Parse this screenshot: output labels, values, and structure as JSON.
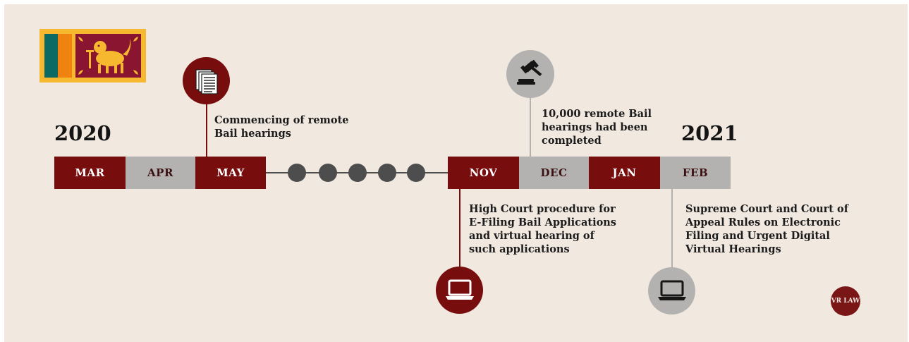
{
  "years": {
    "start": "2020",
    "end": "2021"
  },
  "months": [
    {
      "label": "MAR",
      "style": "red"
    },
    {
      "label": "APR",
      "style": "grey"
    },
    {
      "label": "MAY",
      "style": "red"
    },
    {
      "label": "NOV",
      "style": "red"
    },
    {
      "label": "DEC",
      "style": "grey"
    },
    {
      "label": "JAN",
      "style": "red"
    },
    {
      "label": "FEB",
      "style": "grey"
    }
  ],
  "events": {
    "may": {
      "text": "Commencing of remote Bail hearings",
      "icon": "document-icon"
    },
    "nov": {
      "text": "High Court procedure for E-Filing Bail Applications and virtual hearing of such applications",
      "icon": "laptop-icon"
    },
    "dec": {
      "text": "10,000 remote Bail hearings had been completed",
      "icon": "gavel-icon"
    },
    "feb": {
      "text": "Supreme Court and Court of Appeal Rules on Electronic Filing and Urgent Digital Virtual Hearings",
      "icon": "laptop-icon"
    }
  },
  "gap_dots": 5,
  "logo_text": "VR LAW",
  "flag": "sri-lanka-flag",
  "colors": {
    "maroon": "#780d0d",
    "grey": "#b3b2b1",
    "background": "#f1e8e0",
    "dot": "#4d4d4d",
    "flag_gold": "#f5b82e"
  }
}
